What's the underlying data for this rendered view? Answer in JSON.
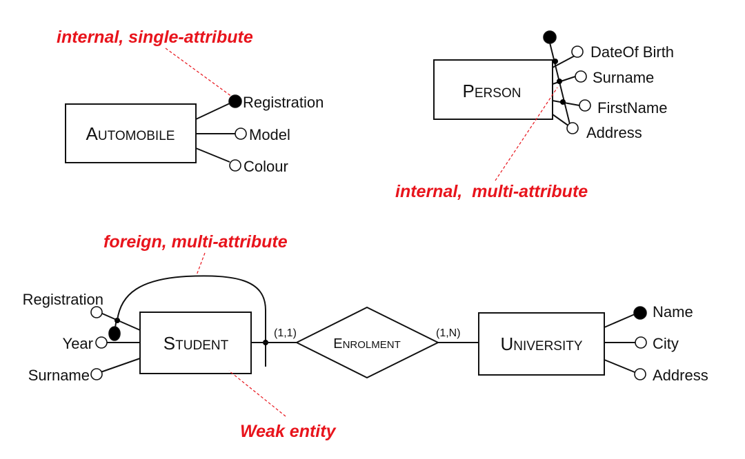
{
  "colors": {
    "annotation": "#e8141c",
    "ink": "#111111"
  },
  "annotations": {
    "automobile_key": "internal, single-attribute",
    "person_key": "internal,  multi-attribute",
    "student_key": "foreign, multi-attribute",
    "weak_entity": "Weak entity"
  },
  "automobile": {
    "name_first": "A",
    "name_rest": "UTOMOBILE",
    "attributes": [
      "Registration",
      "Model",
      "Colour"
    ]
  },
  "person": {
    "name_first": "P",
    "name_rest": "ERSON",
    "attributes": [
      "DateOf Birth",
      "Surname",
      "FirstName",
      "Address"
    ]
  },
  "student": {
    "name_first": "S",
    "name_rest": "TUDENT",
    "attributes": [
      "Registration",
      "Year",
      "Surname"
    ]
  },
  "enrolment": {
    "name_first": "E",
    "name_rest": "NROLMENT",
    "card_student": "(1,1)",
    "card_university": "(1,N)"
  },
  "university": {
    "name_first": "U",
    "name_rest": "NIVERSITY",
    "attributes": [
      "Name",
      "City",
      "Address"
    ]
  }
}
